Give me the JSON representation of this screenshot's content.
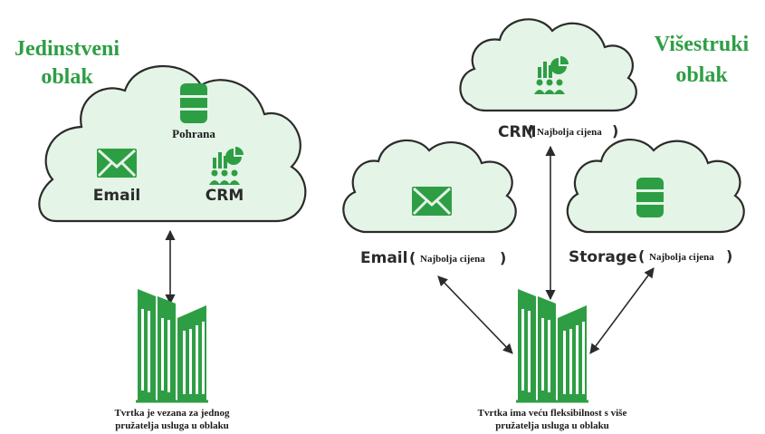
{
  "left": {
    "title_line1": "Jedinstveni",
    "title_line2": "oblak",
    "storage_label": "Pohrana",
    "email_label": "Email",
    "crm_label": "CRM",
    "caption_line1": "Tvrtka je vezana za jednog",
    "caption_line2": "pružatelja usluga u oblaku"
  },
  "right": {
    "title_line1": "Višestruki",
    "title_line2": "oblak",
    "crm_label": "CRM",
    "email_label": "Email",
    "storage_label": "Storage",
    "best_price": "Najbolja cijena",
    "caption_line1": "Tvrtka ima veću fleksibilnost s više",
    "caption_line2": "pružatelja usluga u oblaku"
  },
  "colors": {
    "accent": "#2e9e44",
    "cloud_fill": "#e4f4e7",
    "outline": "#2b2b2b"
  }
}
